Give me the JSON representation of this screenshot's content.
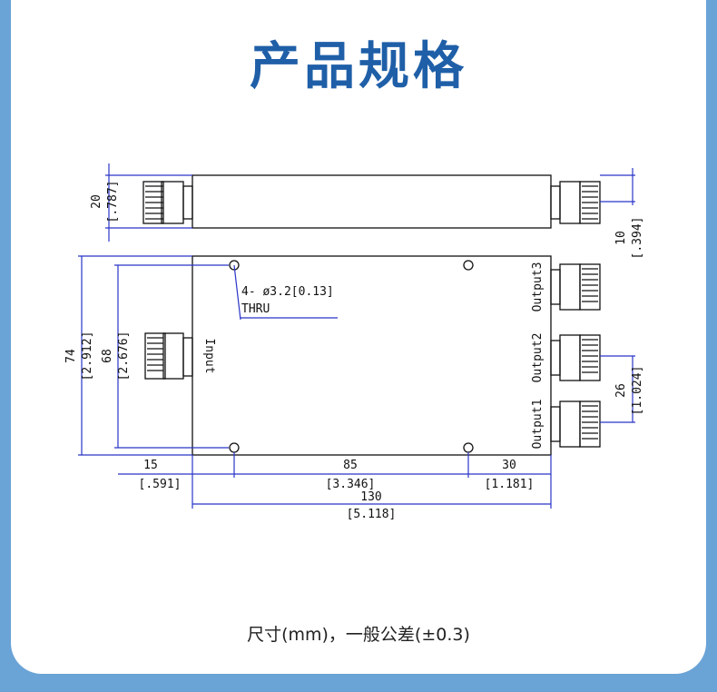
{
  "title": "产品规格",
  "caption": "尺寸(mm)，一般公差(±0.3)",
  "colors": {
    "background": "#6aa3d6",
    "title": "#1f5fa8",
    "dimension_lines": "#2a35c8"
  },
  "drawing": {
    "side_height": {
      "mm": "20",
      "inch": "[.787]"
    },
    "connector_offset": {
      "mm": "10",
      "inch": "[.394]"
    },
    "total_height": {
      "mm": "74",
      "inch": "[2.912]"
    },
    "hole_spacing_v": {
      "mm": "68",
      "inch": "[2.676]"
    },
    "output_pitch": {
      "mm": "26",
      "inch": "[1.024]"
    },
    "left_offset": {
      "mm": "15",
      "inch": "[.591]"
    },
    "hole_spacing_h": {
      "mm": "85",
      "inch": "[3.346]"
    },
    "right_offset": {
      "mm": "30",
      "inch": "[1.181]"
    },
    "total_length": {
      "mm": "130",
      "inch": "[5.118]"
    },
    "hole_note": "4- ø3.2[0.13]",
    "hole_note2": "THRU",
    "input_label": "Input",
    "outputs": [
      "Output3",
      "Output2",
      "Output1"
    ]
  }
}
